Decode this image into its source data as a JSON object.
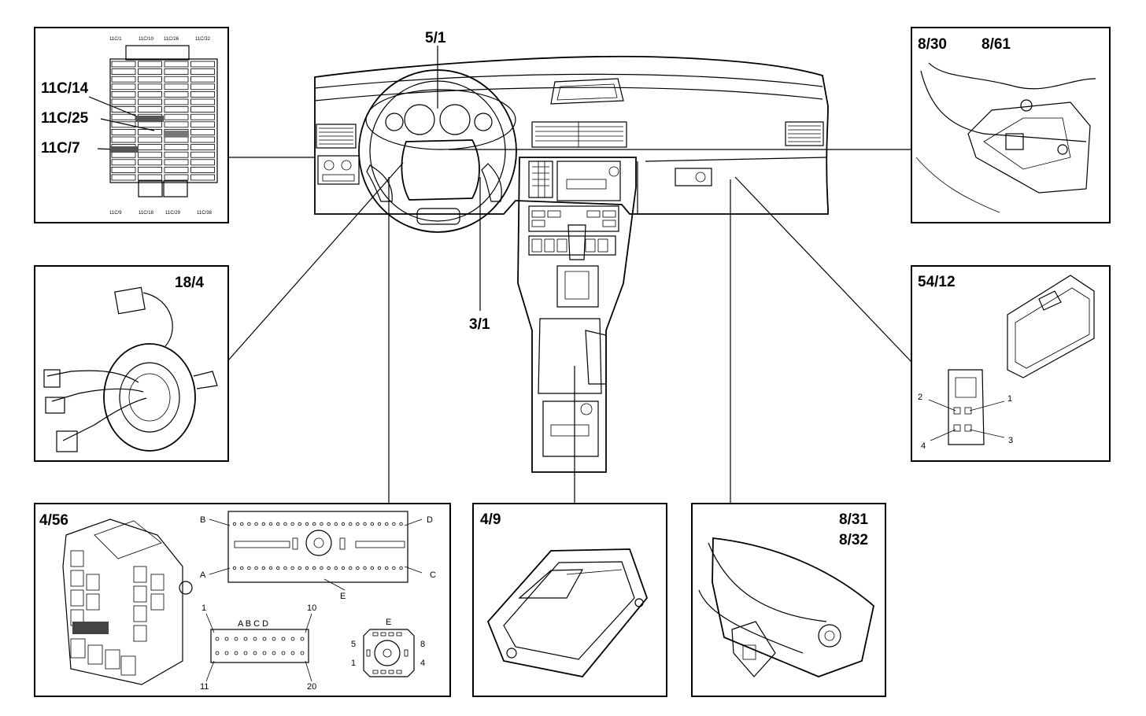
{
  "labels": {
    "center_top": "5/1",
    "center_mid": "3/1",
    "fuse_box": {
      "l1": "11C/14",
      "l2": "11C/25",
      "l3": "11C/7",
      "top_ticks": [
        "11C/1",
        "11C/10",
        "11C/26",
        "11C/32"
      ],
      "bottom_ticks": [
        "11C/9",
        "11C/18",
        "11C/29",
        "11C/38"
      ]
    },
    "top_right": {
      "a": "8/30",
      "b": "8/61"
    },
    "mid_left": "18/4",
    "mid_right": {
      "title": "54/12",
      "pins": [
        "1",
        "2",
        "3",
        "4"
      ]
    },
    "bottom_left": {
      "title": "4/56",
      "letters": [
        "A",
        "B",
        "C",
        "D",
        "E"
      ],
      "strip": "A B C D",
      "strip_nums": [
        "1",
        "10",
        "11",
        "20"
      ],
      "small_e": "E",
      "small_nums": [
        "1",
        "4",
        "5",
        "8"
      ]
    },
    "bottom_mid": "4/9",
    "bottom_right": {
      "a": "8/31",
      "b": "8/32"
    }
  }
}
